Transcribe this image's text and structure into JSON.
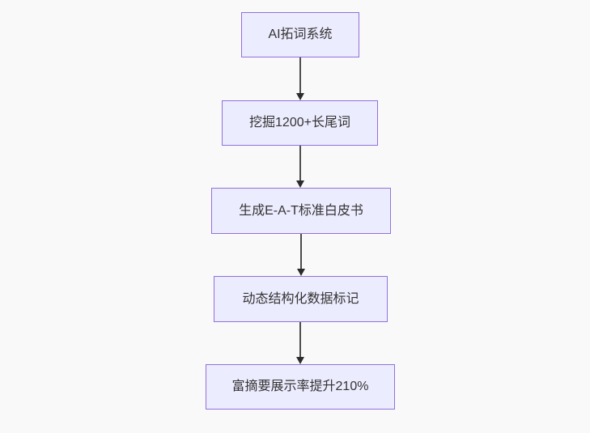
{
  "flowchart": {
    "type": "flowchart",
    "direction": "top-down",
    "nodes": [
      {
        "id": "step-1",
        "label": "AI拓词系统"
      },
      {
        "id": "step-2",
        "label": "挖掘1200+长尾词"
      },
      {
        "id": "step-3",
        "label": "生成E-A-T标准白皮书"
      },
      {
        "id": "step-4",
        "label": "动态结构化数据标记"
      },
      {
        "id": "step-5",
        "label": "富摘要展示率提升210%"
      }
    ],
    "edges": [
      {
        "from": "step-1",
        "to": "step-2",
        "arrow": "down"
      },
      {
        "from": "step-2",
        "to": "step-3",
        "arrow": "down"
      },
      {
        "from": "step-3",
        "to": "step-4",
        "arrow": "down"
      },
      {
        "from": "step-4",
        "to": "step-5",
        "arrow": "down"
      }
    ],
    "colors": {
      "node_fill": "#ECECFF",
      "node_border": "#9370DB",
      "edge_line": "#4d4d4d",
      "arrowhead": "#2b2b2b",
      "text": "#333333",
      "background": "#f9f9f9"
    }
  }
}
